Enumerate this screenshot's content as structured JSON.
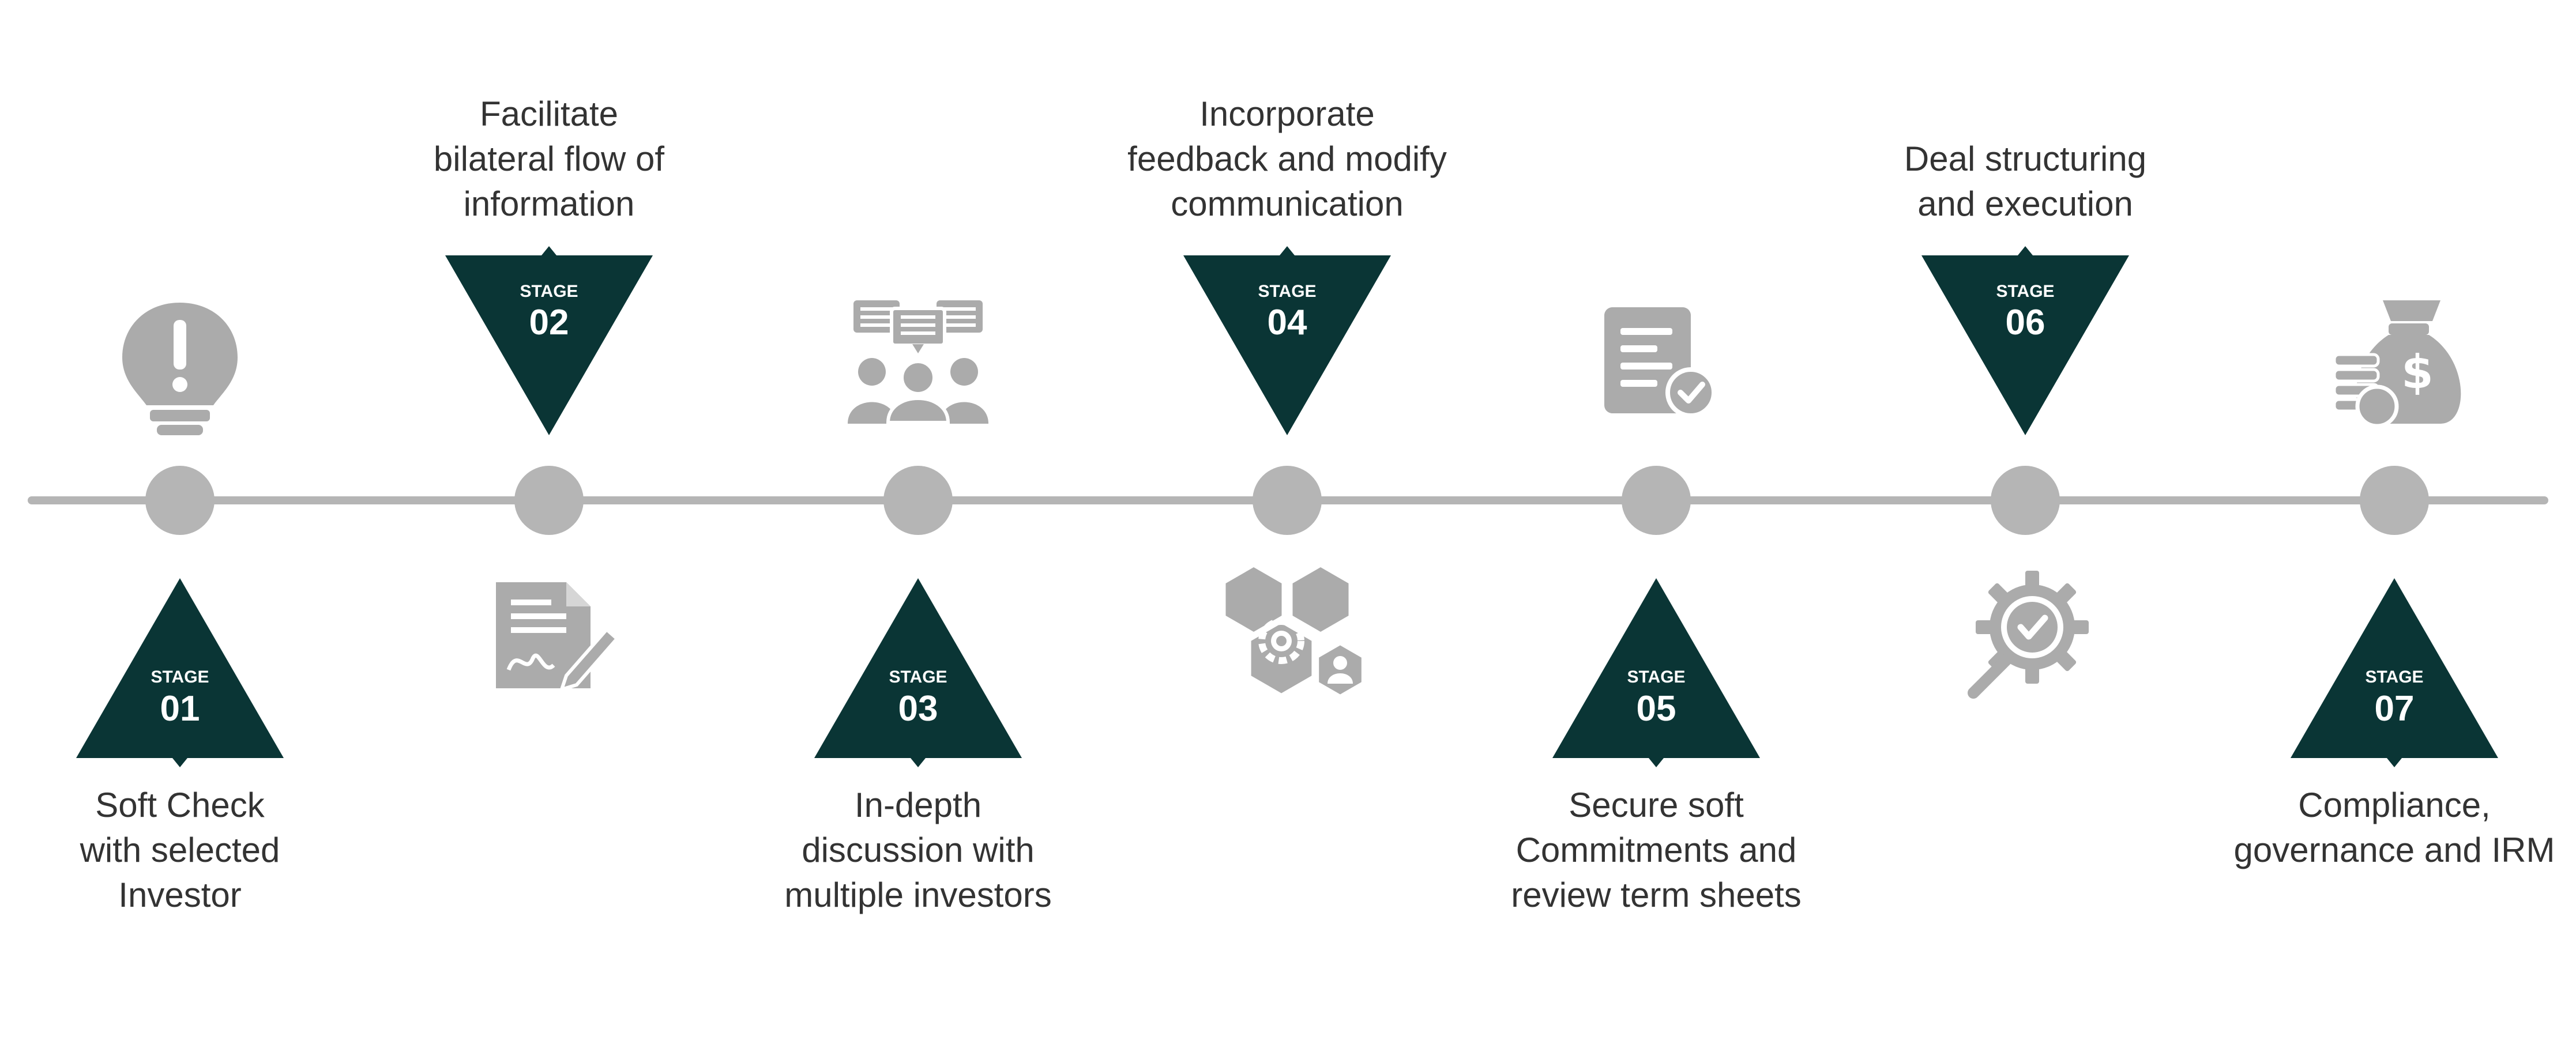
{
  "colors": {
    "triangle": "#0a3535",
    "timeline": "#b5b5b5",
    "icon": "#ababab",
    "text": "#333333"
  },
  "stage_word": "STAGE",
  "stages": [
    {
      "number": "01",
      "caption": "Soft Check\nwith selected\nInvestor",
      "icon": "lightbulb-exclamation-icon"
    },
    {
      "number": "02",
      "caption": "Facilitate\nbilateral flow of\ninformation",
      "icon": "signed-document-icon"
    },
    {
      "number": "03",
      "caption": "In-depth\ndiscussion with\nmultiple investors",
      "icon": "group-discussion-icon"
    },
    {
      "number": "04",
      "caption": "Incorporate\nfeedback and modify\ncommunication",
      "icon": "hexagon-gear-user-icon"
    },
    {
      "number": "05",
      "caption": "Secure soft\nCommitments and\nreview term sheets",
      "icon": "document-check-icon"
    },
    {
      "number": "06",
      "caption": "Deal structuring\nand execution",
      "icon": "gear-search-check-icon"
    },
    {
      "number": "07",
      "caption": "Compliance,\ngovernance and IRM",
      "icon": "money-bag-coins-icon"
    }
  ]
}
